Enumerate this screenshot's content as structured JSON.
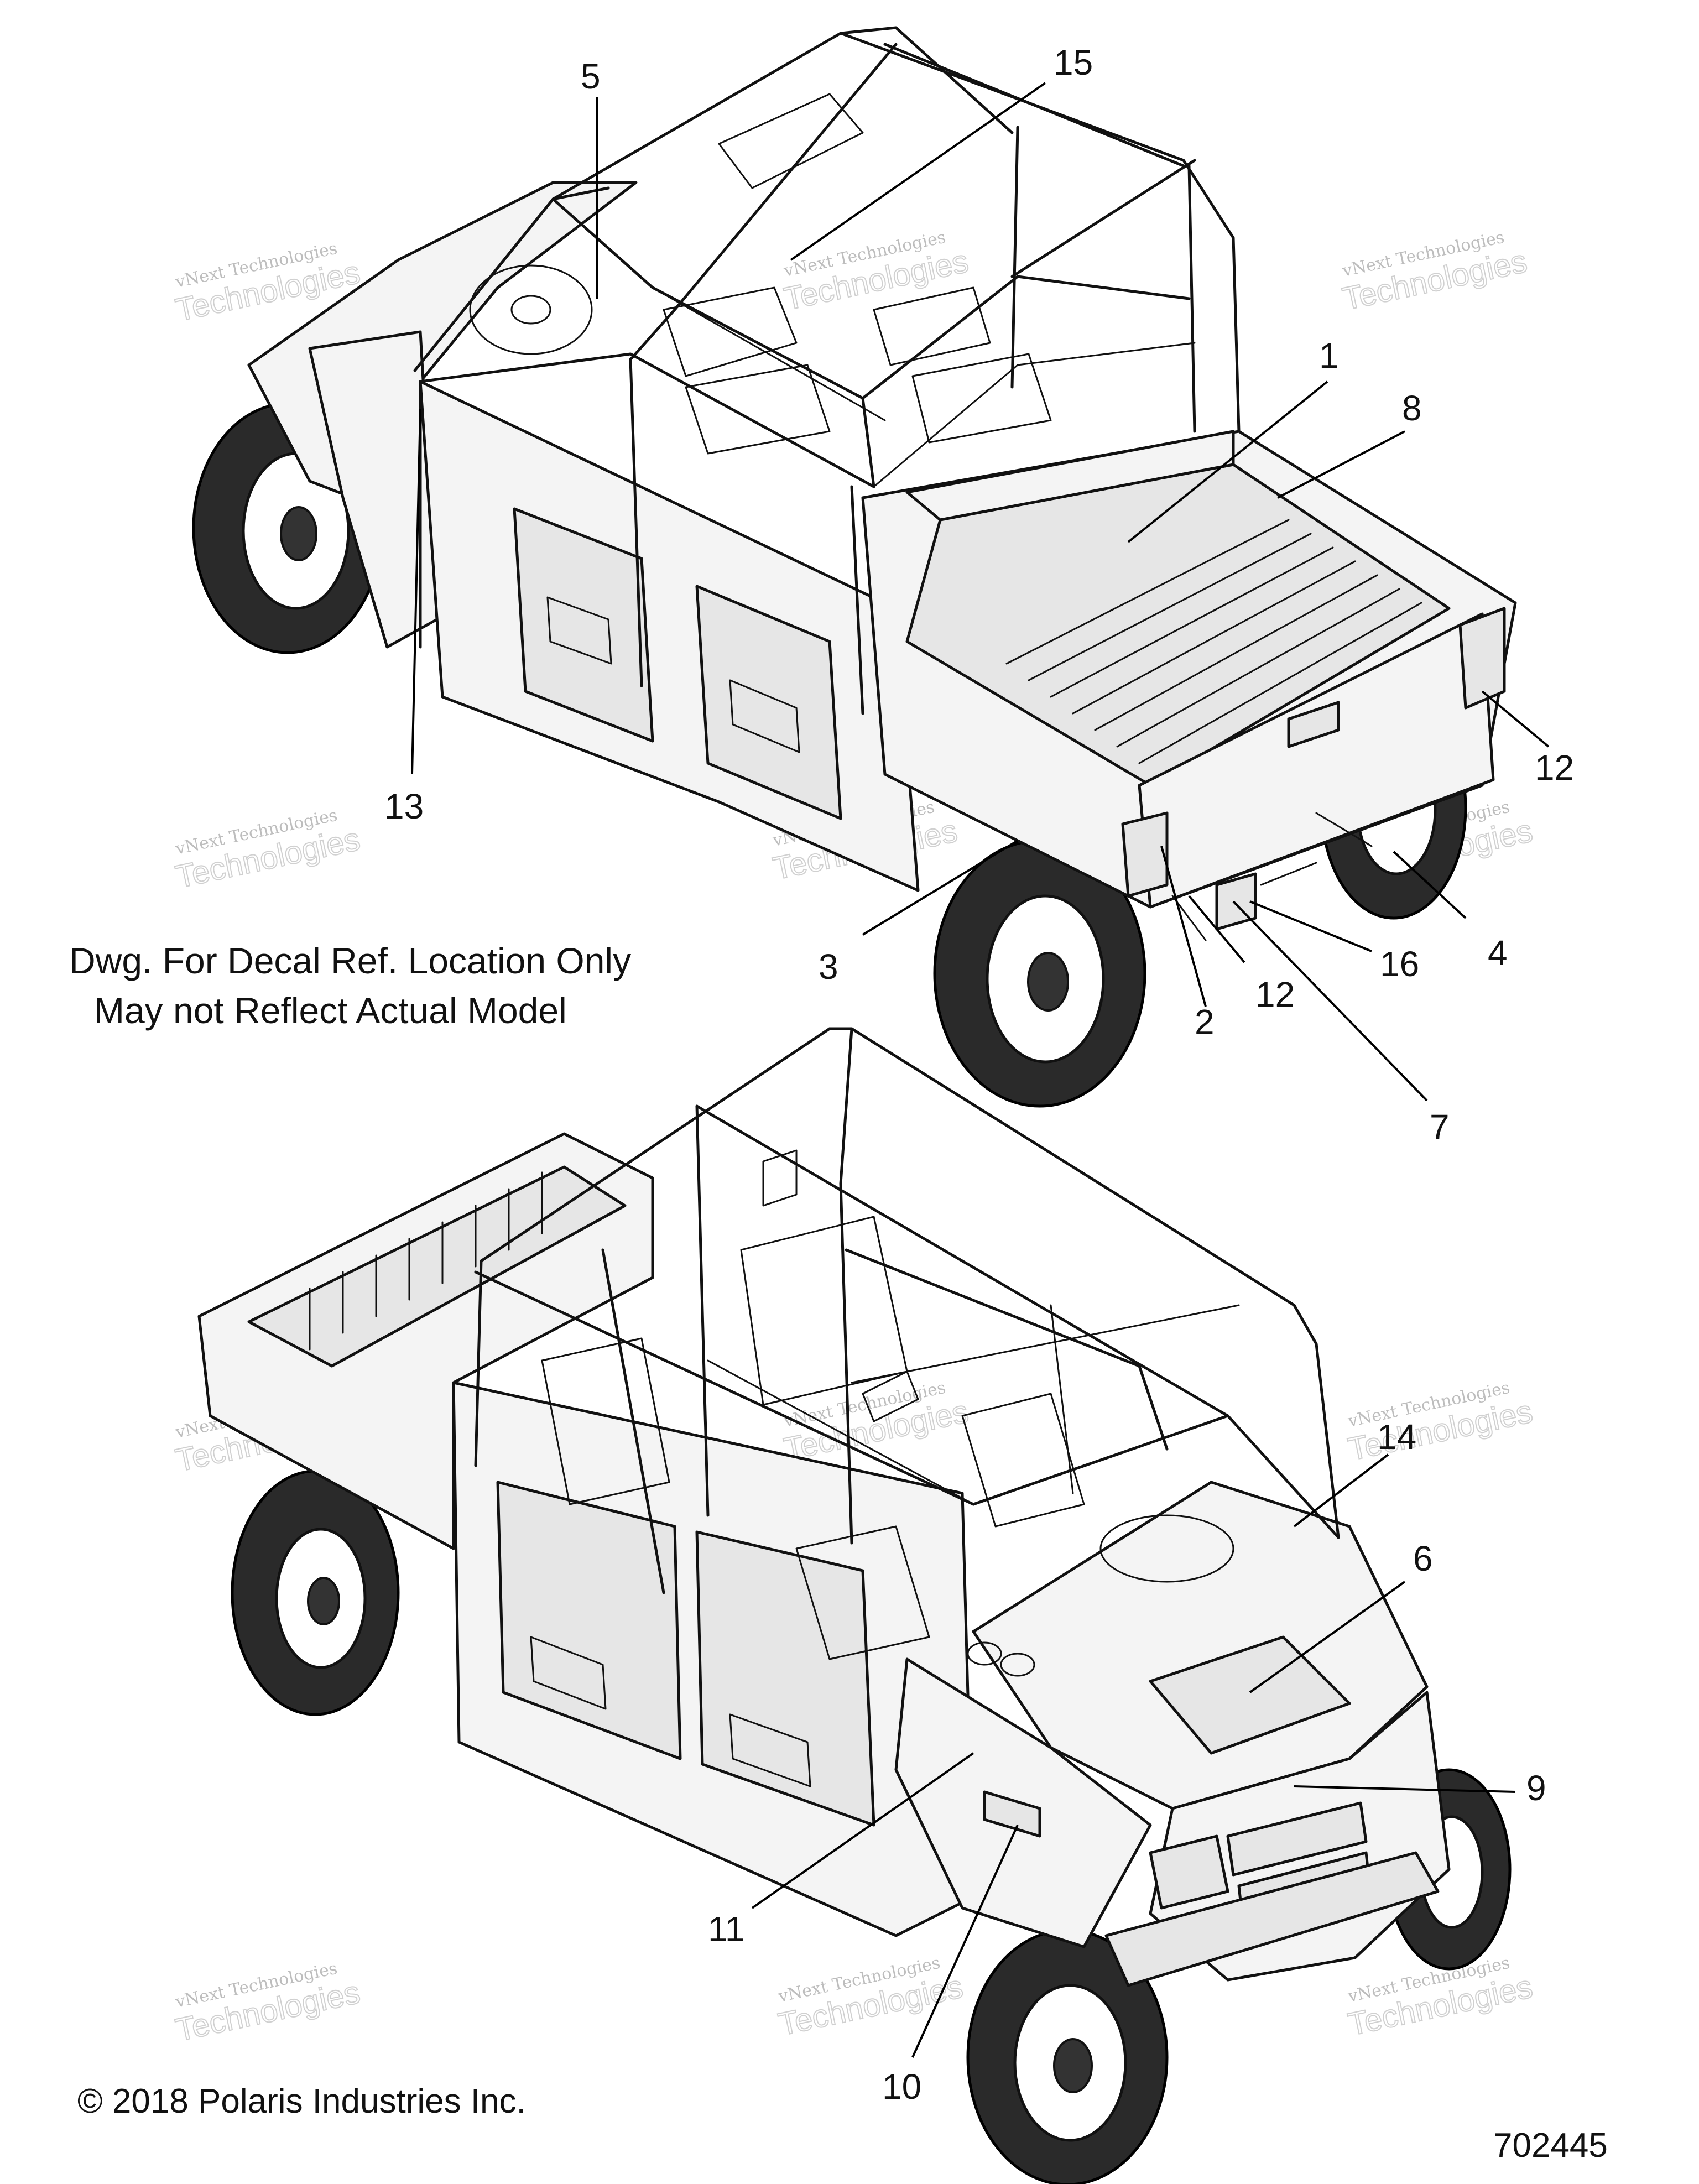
{
  "callouts": [
    "1",
    "2",
    "3",
    "4",
    "5",
    "6",
    "7",
    "8",
    "9",
    "10",
    "11",
    "12",
    "12",
    "13",
    "14",
    "15",
    "16"
  ],
  "note": {
    "line1": "Dwg. For Decal Ref. Location Only",
    "line2": "May not Reflect Actual Model"
  },
  "copyright": "© 2018 Polaris Industries Inc.",
  "drawing_number": "702445",
  "watermark": {
    "small": "vNext Technologies",
    "big": "Technologies"
  }
}
